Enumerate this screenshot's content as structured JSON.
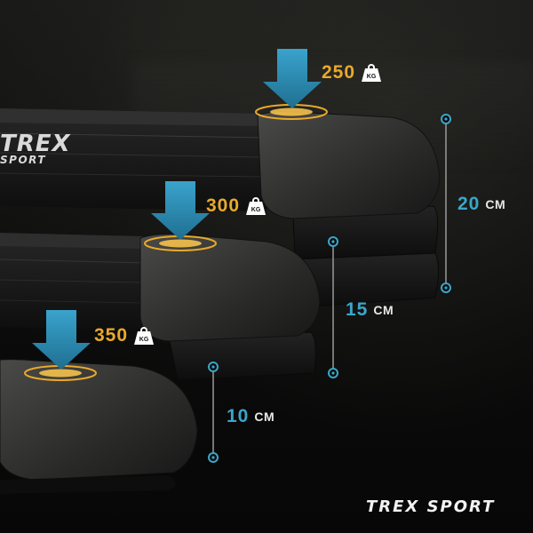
{
  "steps": [
    {
      "load_value": "250",
      "load_unit": "KG",
      "height_value": "20",
      "height_unit": "CM"
    },
    {
      "load_value": "300",
      "load_unit": "KG",
      "height_value": "15",
      "height_unit": "CM"
    },
    {
      "load_value": "350",
      "load_unit": "KG",
      "height_value": "10",
      "height_unit": "CM"
    }
  ],
  "platform_logo": {
    "brand": "TREX",
    "sub": "SPORT"
  },
  "brand_logo": "TREX SPORT",
  "colors": {
    "load_accent": "#e8a92b",
    "height_accent": "#3aa6c9",
    "arrow": "#2f8fb8",
    "background": "#0c0c0c"
  },
  "icons": [
    "down-arrow-icon",
    "weight-kg-icon",
    "target-ring-icon",
    "dimension-line-icon"
  ]
}
